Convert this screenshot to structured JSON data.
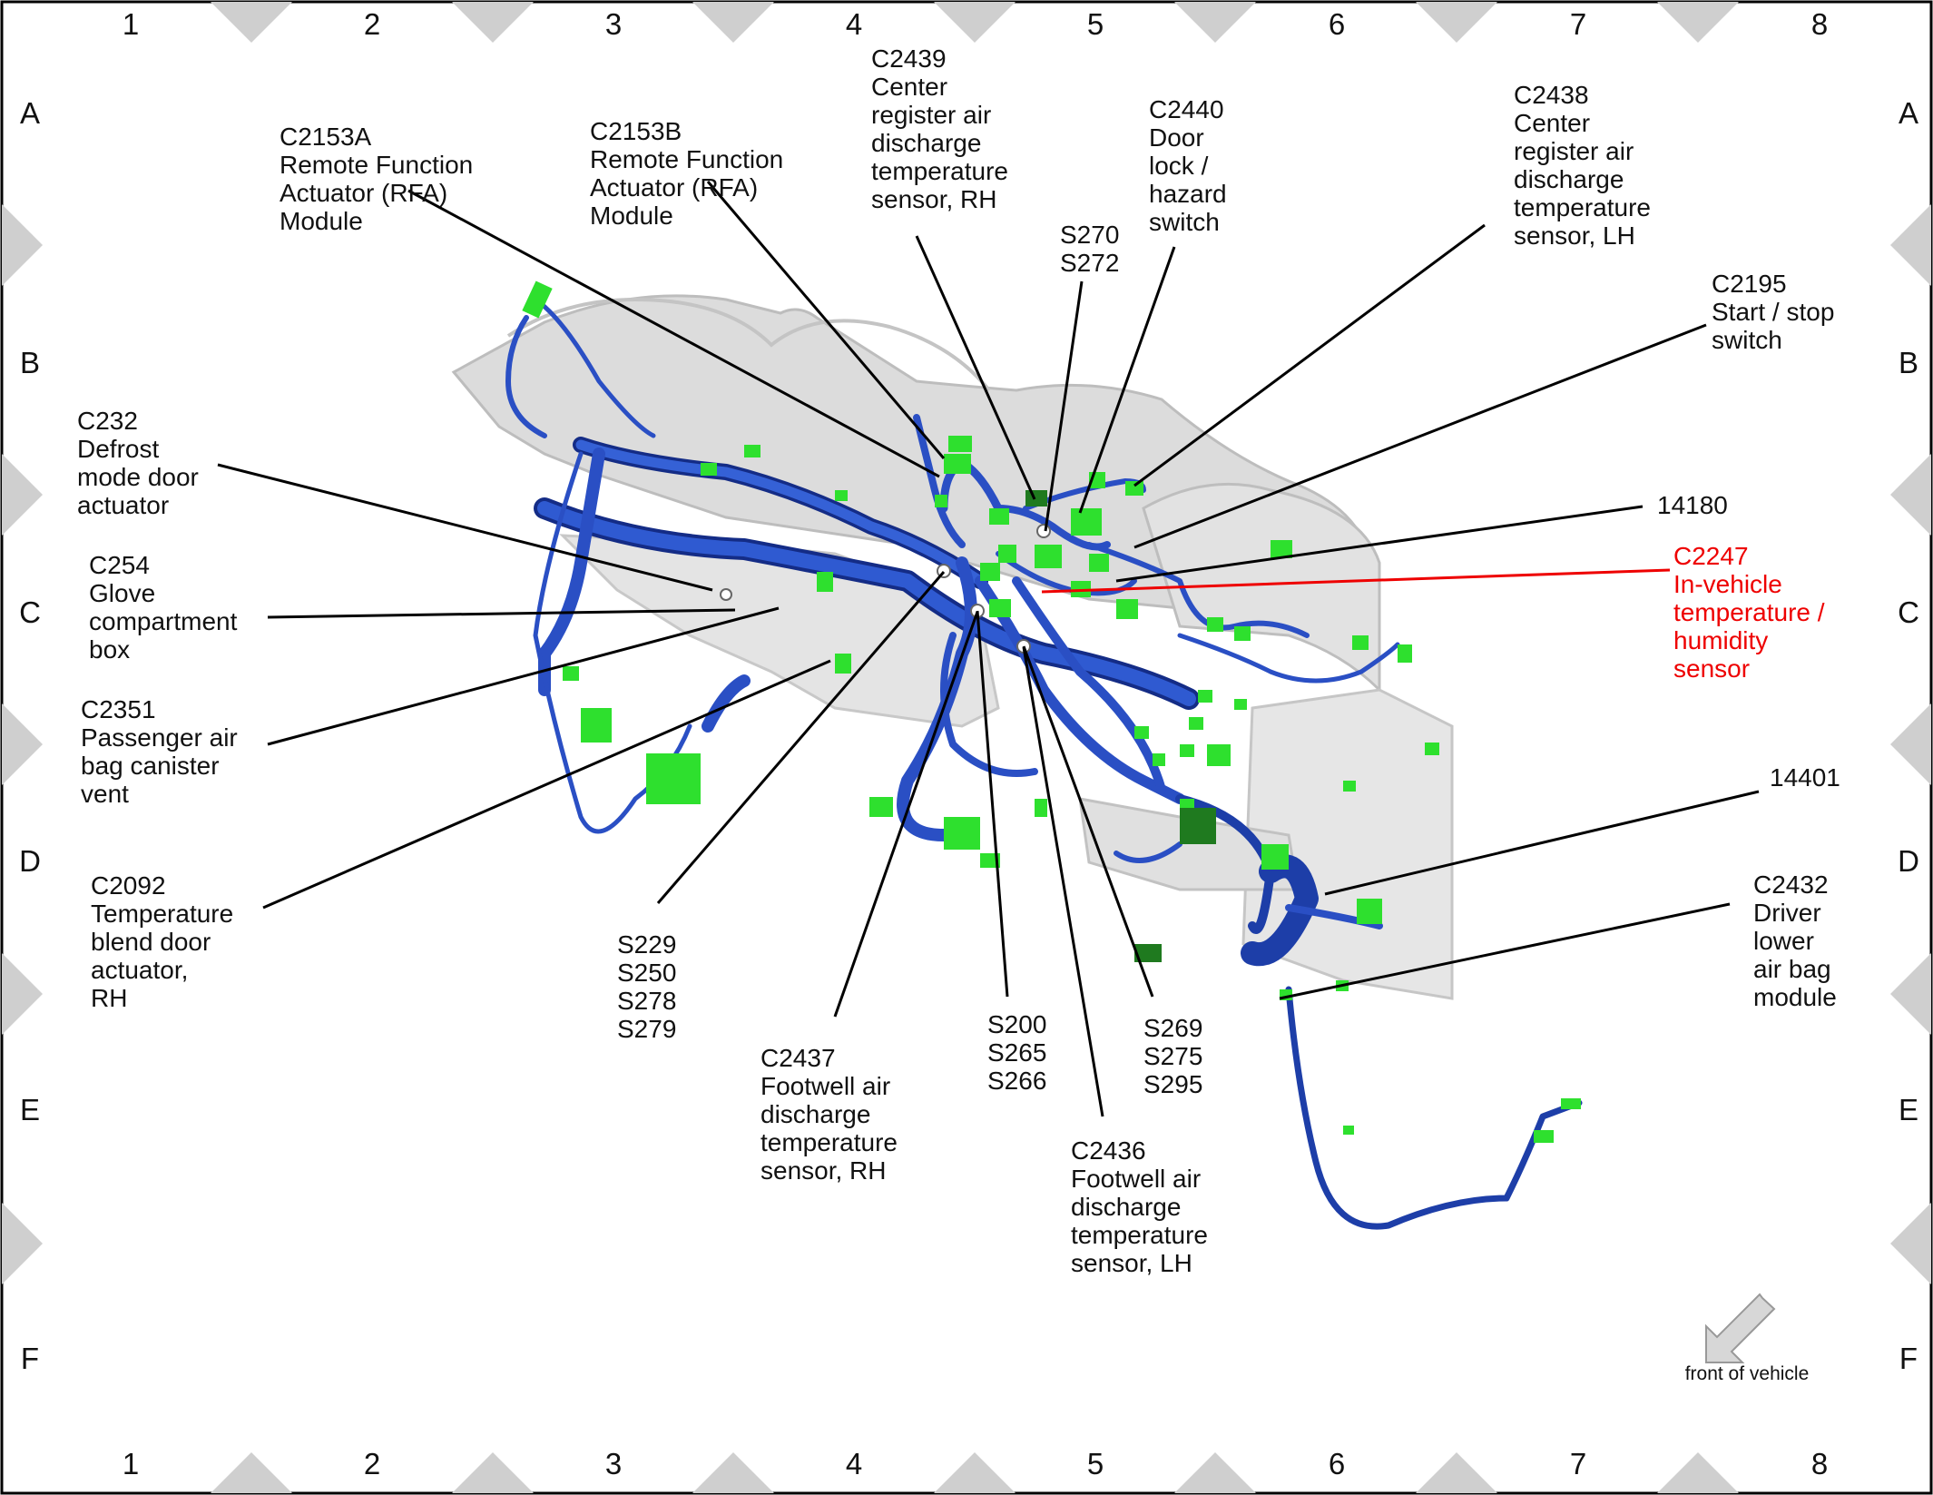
{
  "grid": {
    "columns": [
      "1",
      "2",
      "3",
      "4",
      "5",
      "6",
      "7",
      "8"
    ],
    "rows": [
      "A",
      "B",
      "C",
      "D",
      "E",
      "F"
    ]
  },
  "callouts": [
    {
      "id": "c2153a",
      "lines": [
        "C2153A",
        "Remote Function",
        "Actuator (RFA)",
        "Module"
      ]
    },
    {
      "id": "c2153b",
      "lines": [
        "C2153B",
        "Remote Function",
        "Actuator (RFA)",
        "Module"
      ]
    },
    {
      "id": "c2439",
      "lines": [
        "C2439",
        "Center",
        "register air",
        "discharge",
        "temperature",
        "sensor, RH"
      ]
    },
    {
      "id": "c2440",
      "lines": [
        "C2440",
        "Door",
        "lock /",
        "hazard",
        "switch"
      ]
    },
    {
      "id": "s270",
      "lines": [
        "S270",
        "S272"
      ]
    },
    {
      "id": "c2438",
      "lines": [
        "C2438",
        "Center",
        "register air",
        "discharge",
        "temperature",
        "sensor, LH"
      ]
    },
    {
      "id": "c2195",
      "lines": [
        "C2195",
        "Start / stop",
        "switch"
      ]
    },
    {
      "id": "c232",
      "lines": [
        "C232",
        "Defrost",
        "mode door",
        "actuator"
      ]
    },
    {
      "id": "n14180",
      "lines": [
        "14180"
      ]
    },
    {
      "id": "c254",
      "lines": [
        "C254",
        "Glove",
        "compartment",
        "box"
      ]
    },
    {
      "id": "c2247",
      "lines": [
        "C2247",
        "In-vehicle",
        "temperature /",
        "humidity",
        "sensor"
      ],
      "highlight": true
    },
    {
      "id": "c2351",
      "lines": [
        "C2351",
        "Passenger air",
        "bag canister",
        "vent"
      ]
    },
    {
      "id": "n14401",
      "lines": [
        "14401"
      ]
    },
    {
      "id": "c2092",
      "lines": [
        "C2092",
        "Temperature",
        "blend door",
        "actuator,",
        "RH"
      ]
    },
    {
      "id": "c2432",
      "lines": [
        "C2432",
        "Driver",
        "lower",
        "air bag",
        "module"
      ]
    },
    {
      "id": "s229",
      "lines": [
        "S229",
        "S250",
        "S278",
        "S279"
      ]
    },
    {
      "id": "s200",
      "lines": [
        "S200",
        "S265",
        "S266"
      ]
    },
    {
      "id": "s269",
      "lines": [
        "S269",
        "S275",
        "S295"
      ]
    },
    {
      "id": "c2437",
      "lines": [
        "C2437",
        "Footwell air",
        "discharge",
        "temperature",
        "sensor, RH"
      ]
    },
    {
      "id": "c2436",
      "lines": [
        "C2436",
        "Footwell air",
        "discharge",
        "temperature",
        "sensor, LH"
      ]
    }
  ],
  "front_of_vehicle": {
    "label": "front of vehicle"
  },
  "colors": {
    "harness": "#2a4fc4",
    "harness_dark": "#142c86",
    "connector": "#2ee02e",
    "connector_dark": "#1f7a1f",
    "panel": "#d9d9d9",
    "highlight": "#ee0000",
    "frame_triangle": "#c8c8c8"
  }
}
